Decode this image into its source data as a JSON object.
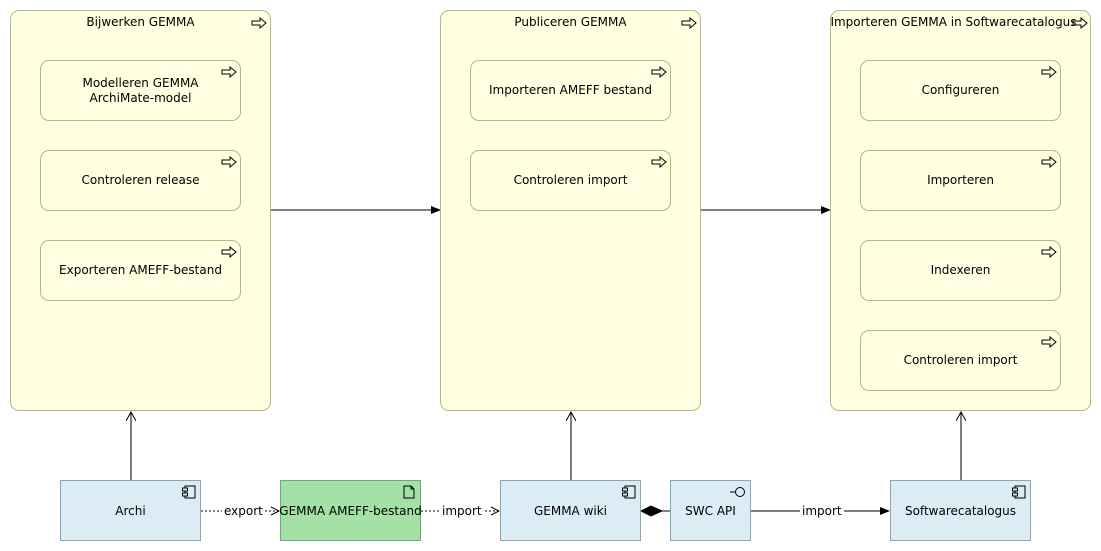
{
  "processes": {
    "bijwerken": {
      "title": "Bijwerken GEMMA",
      "steps": [
        "Modelleren GEMMA ArchiMate-model",
        "Controleren release",
        "Exporteren AMEFF-bestand"
      ]
    },
    "publiceren": {
      "title": "Publiceren GEMMA",
      "steps": [
        "Importeren AMEFF bestand",
        "Controleren import"
      ]
    },
    "importeren": {
      "title": "Importeren GEMMA in Softwarecatalogus",
      "steps": [
        "Configureren",
        "Importeren",
        "Indexeren",
        "Controleren import"
      ]
    }
  },
  "elements": {
    "archi": "Archi",
    "artifact": "GEMMA AMEFF-bestand",
    "wiki": "GEMMA wiki",
    "api": "SWC API",
    "swc": "Softwarecatalogus"
  },
  "flows": {
    "export": "export",
    "import1": "import",
    "import2": "import"
  },
  "colors": {
    "process_fill": "#ffffe1",
    "component_fill": "#dbecf4",
    "artifact_fill": "#a3e1a7"
  }
}
